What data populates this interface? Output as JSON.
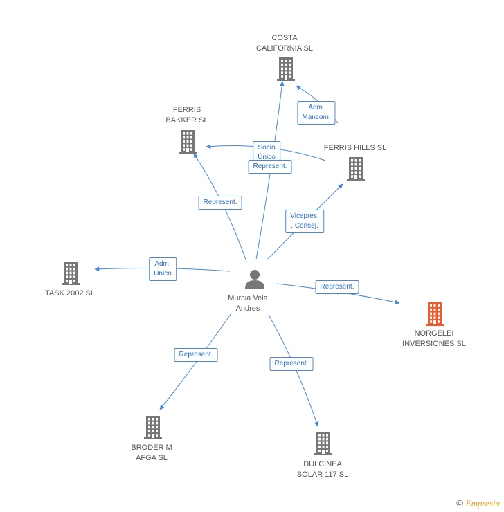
{
  "colors": {
    "edge": "#4a86d6",
    "company": "#777777",
    "company_highlight": "#f05a28",
    "person": "#777777"
  },
  "center": {
    "label": "Murcia Vela\nAndres",
    "icon": "person-icon"
  },
  "companies": [
    {
      "id": "costa",
      "label": "COSTA\nCALIFORNIA SL",
      "icon": "building-icon",
      "highlight": false
    },
    {
      "id": "ferris_bakker",
      "label": "FERRIS\nBAKKER SL",
      "icon": "building-icon",
      "highlight": false
    },
    {
      "id": "ferris_hills",
      "label": "FERRIS HILLS SL",
      "icon": "building-icon",
      "highlight": false
    },
    {
      "id": "task",
      "label": "TASK 2002 SL",
      "icon": "building-icon",
      "highlight": false
    },
    {
      "id": "norgelei",
      "label": "NORGELEI\nINVERSIONES SL",
      "icon": "building-icon",
      "highlight": true
    },
    {
      "id": "broder",
      "label": "BRODER M\nAFGA SL",
      "icon": "building-icon",
      "highlight": false
    },
    {
      "id": "dulcinea",
      "label": "DULCINEA\nSOLAR 117 SL",
      "icon": "building-icon",
      "highlight": false
    }
  ],
  "edges": [
    {
      "from": "center",
      "to": "costa",
      "label": "Socio\nÚnico"
    },
    {
      "from": "center",
      "to": "ferris_bakker",
      "label": "Represent."
    },
    {
      "from": "ferris_hills",
      "to": "ferris_bakker",
      "label": "Represent."
    },
    {
      "from": "ferris_hills",
      "to": "costa",
      "label": "Adm.\nMancom."
    },
    {
      "from": "center",
      "to": "ferris_hills",
      "label": "Vicepres.\n, Consej."
    },
    {
      "from": "center",
      "to": "task",
      "label": "Adm.\nUnico"
    },
    {
      "from": "center",
      "to": "norgelei",
      "label": "Represent."
    },
    {
      "from": "center",
      "to": "broder",
      "label": "Represent."
    },
    {
      "from": "center",
      "to": "dulcinea",
      "label": "Represent."
    }
  ],
  "footer": {
    "copyright": "©",
    "brand": "Empresia"
  }
}
